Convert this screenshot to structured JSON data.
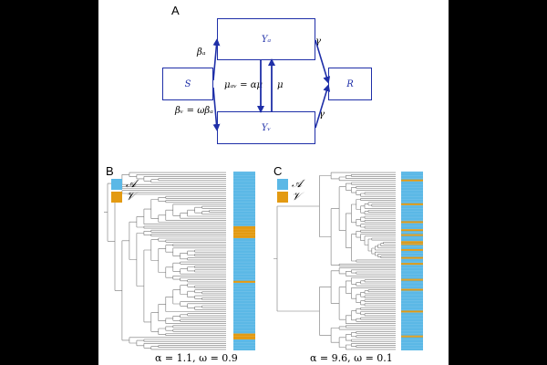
{
  "colors": {
    "arrow": "#1f2fa8",
    "A": "#5bb8e6",
    "V": "#e39a12",
    "tree": "#777777"
  },
  "panelA": {
    "letter": "A",
    "nodes": {
      "S": "S",
      "Ya": "Yₐ",
      "Yv": "Yᵥ",
      "R": "R"
    },
    "labels": {
      "beta_a": "βₐ",
      "beta_v": "βᵥ = ωβₐ",
      "mu_av": "μₐᵥ = αμ",
      "mu": "μ",
      "gamma_top": "γ",
      "gamma_bottom": "γ"
    }
  },
  "panelB": {
    "letter": "B",
    "legend": {
      "A": "𝒜",
      "V": "𝒱"
    },
    "caption": "α = 1.1,  ω = 0.9",
    "strip": {
      "tips": 180,
      "V_runs": [
        [
          55,
          66
        ],
        [
          110,
          111
        ],
        [
          163,
          168
        ]
      ]
    }
  },
  "panelC": {
    "letter": "C",
    "legend": {
      "A": "𝒜",
      "V": "𝒱"
    },
    "caption": "α = 9.6,  ω = 0.1",
    "strip": {
      "tips": 180,
      "V_runs": [
        [
          8,
          8
        ],
        [
          32,
          32
        ],
        [
          50,
          50
        ],
        [
          58,
          58
        ],
        [
          63,
          63
        ],
        [
          70,
          70
        ],
        [
          72,
          72
        ],
        [
          78,
          78
        ],
        [
          86,
          86
        ],
        [
          92,
          92
        ],
        [
          108,
          108
        ],
        [
          118,
          118
        ],
        [
          140,
          140
        ],
        [
          165,
          165
        ]
      ]
    }
  }
}
